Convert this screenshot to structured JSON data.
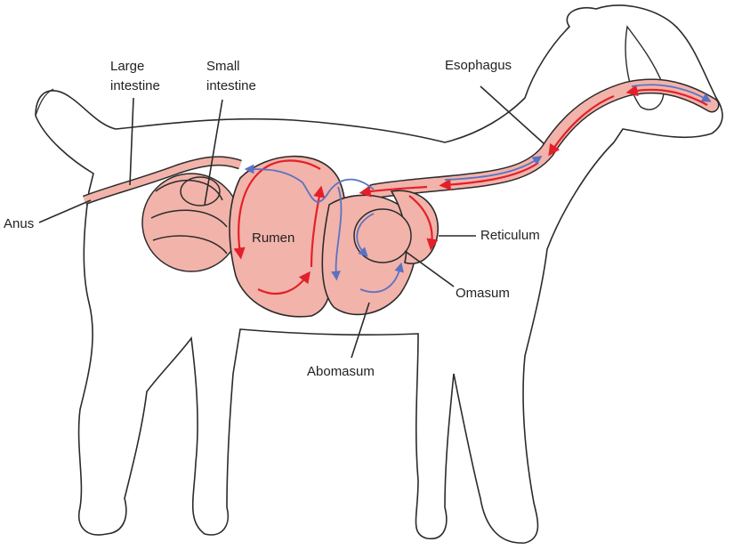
{
  "labels": {
    "large_intestine": [
      "Large",
      "intestine"
    ],
    "small_intestine": [
      "Small",
      "intestine"
    ],
    "esophagus": "Esophagus",
    "anus": "Anus",
    "rumen": "Rumen",
    "reticulum": "Reticulum",
    "omasum": "Omasum",
    "abomasum": "Abomasum"
  },
  "colors": {
    "organ_fill": "#f2b3aa",
    "outline": "#2b2b2b",
    "arrow_red": "#e3202a",
    "arrow_blue": "#5a72c4"
  }
}
